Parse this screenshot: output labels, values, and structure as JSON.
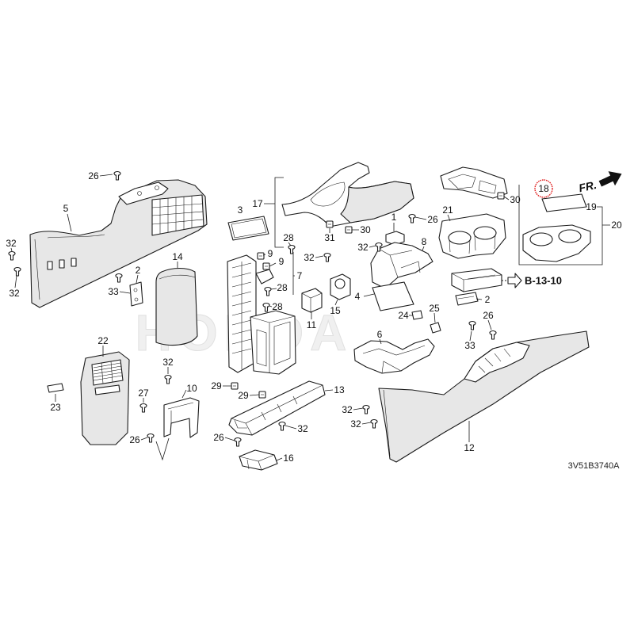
{
  "watermark": "HONDA",
  "front_indicator": "FR.",
  "reference_page": "B-13-10",
  "diagram_code": "3V51B3740A",
  "highlight_color": "#e02020",
  "callouts": [
    "26",
    "5",
    "32",
    "32",
    "2",
    "33",
    "14",
    "3",
    "17",
    "28",
    "9",
    "9",
    "32",
    "7",
    "28",
    "28",
    "11",
    "15",
    "31",
    "30",
    "1",
    "26",
    "32",
    "8",
    "4",
    "24",
    "25",
    "6",
    "21",
    "30",
    "18",
    "19",
    "20",
    "2",
    "26",
    "33",
    "12",
    "32",
    "32",
    "22",
    "32",
    "23",
    "27",
    "10",
    "26",
    "29",
    "29",
    "13",
    "32",
    "26",
    "16"
  ]
}
